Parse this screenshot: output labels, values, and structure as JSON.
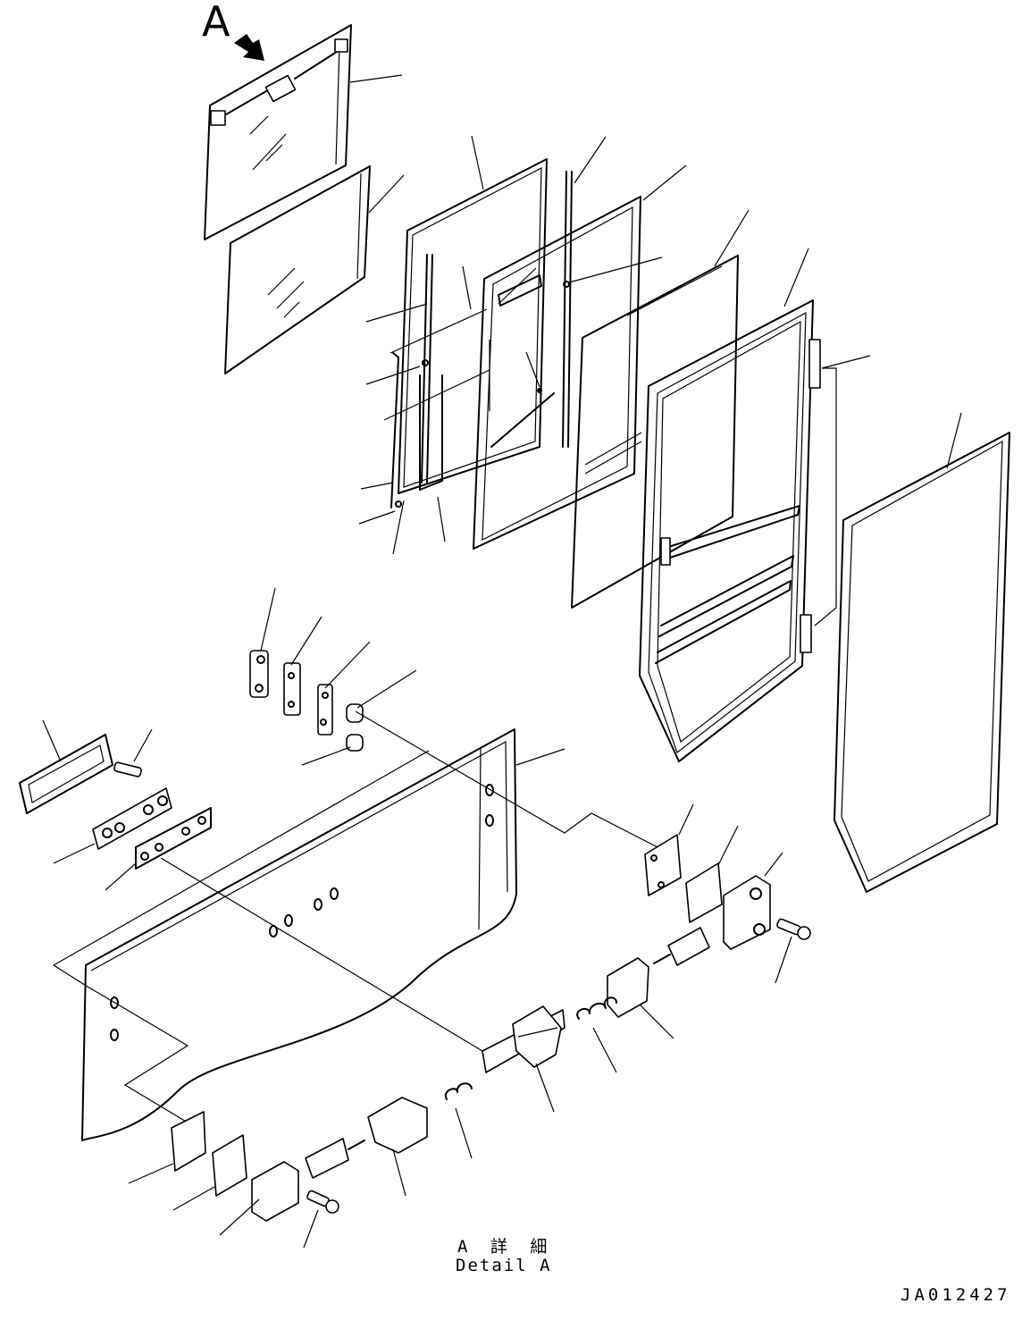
{
  "view_marker": "A",
  "detail_label_jp": "A 詳 細",
  "detail_label_en": "Detail A",
  "drawing_number": "JA012427",
  "colors": {
    "line": "#000000",
    "background": "#ffffff"
  },
  "icons": {
    "view_arrow": "arrow-down-right-icon"
  }
}
